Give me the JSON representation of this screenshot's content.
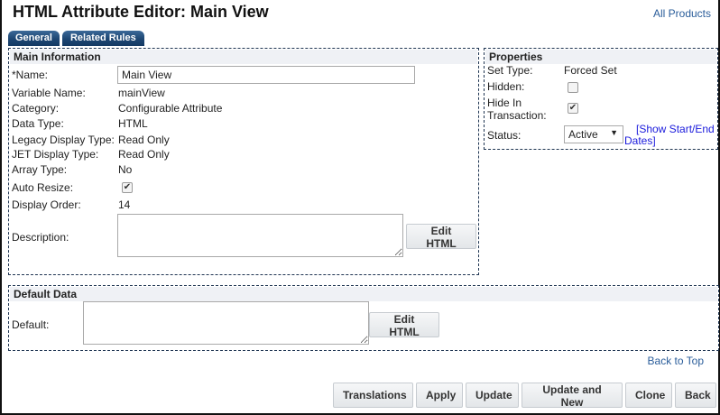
{
  "header": {
    "title": "HTML Attribute Editor: Main View",
    "all_products_link": "All Products"
  },
  "tabs": [
    {
      "label": "General",
      "active": true
    },
    {
      "label": "Related Rules",
      "active": false
    }
  ],
  "main_information": {
    "header": "Main Information",
    "name_label": "*Name:",
    "name_value": "Main View",
    "variable_name_label": "Variable Name:",
    "variable_name_value": "mainView",
    "category_label": "Category:",
    "category_value": "Configurable Attribute",
    "data_type_label": "Data Type:",
    "data_type_value": "HTML",
    "legacy_display_type_label": "Legacy Display Type:",
    "legacy_display_type_value": "Read Only",
    "jet_display_type_label": "JET Display Type:",
    "jet_display_type_value": "Read Only",
    "array_type_label": "Array Type:",
    "array_type_value": "No",
    "auto_resize_label": "Auto Resize:",
    "auto_resize_checked": true,
    "display_order_label": "Display Order:",
    "display_order_value": "14",
    "description_label": "Description:",
    "description_value": "",
    "edit_html_button": "Edit HTML"
  },
  "properties": {
    "header": "Properties",
    "set_type_label": "Set Type:",
    "set_type_value": "Forced Set",
    "hidden_label": "Hidden:",
    "hidden_checked": false,
    "hide_in_transaction_label_1": "Hide In",
    "hide_in_transaction_label_2": "Transaction:",
    "hide_in_transaction_checked": true,
    "status_label": "Status:",
    "status_value": "Active",
    "show_dates_link_1": "[Show Start/End",
    "show_dates_link_2": "Dates]"
  },
  "default_data": {
    "header": "Default Data",
    "default_label": "Default:",
    "default_value": "",
    "edit_html_button": "Edit HTML"
  },
  "footer": {
    "back_to_top": "Back to Top",
    "buttons": {
      "translations": "Translations",
      "apply": "Apply",
      "update": "Update",
      "update_and_new": "Update and New",
      "clone": "Clone",
      "back": "Back"
    }
  },
  "icons": {
    "checkmark": "✔",
    "dropdown_arrow": "▼"
  }
}
